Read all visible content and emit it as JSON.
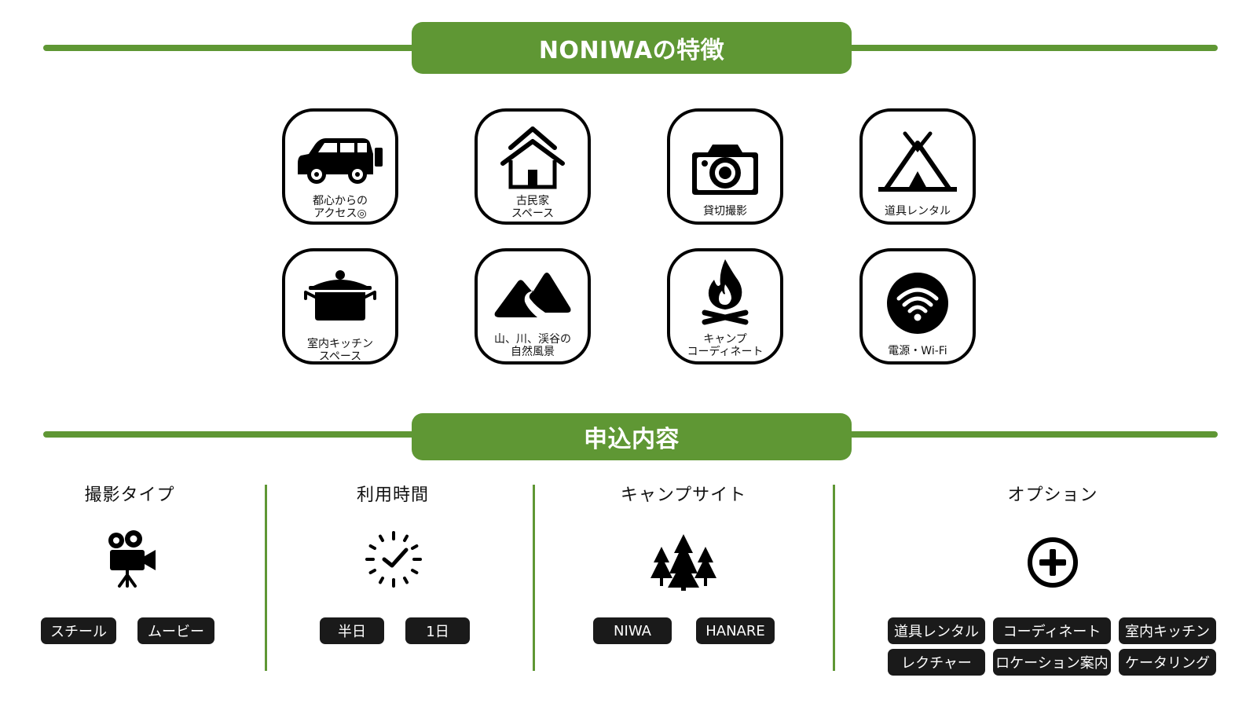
{
  "features": {
    "title": "NONIWAの特徴",
    "items": [
      {
        "label": "都心からの\nアクセス◎",
        "icon": "car-icon"
      },
      {
        "label": "古民家\nスペース",
        "icon": "house-icon"
      },
      {
        "label": "貸切撮影",
        "icon": "camera-icon"
      },
      {
        "label": "道具レンタル",
        "icon": "tent-icon"
      },
      {
        "label": "室内キッチン\nスペース",
        "icon": "pot-icon"
      },
      {
        "label": "山、川、渓谷の\n自然風景",
        "icon": "mountain-icon"
      },
      {
        "label": "キャンプ\nコーディネート",
        "icon": "campfire-icon"
      },
      {
        "label": "電源・Wi-Fi",
        "icon": "wifi-icon"
      }
    ]
  },
  "application": {
    "title": "申込内容",
    "columns": [
      {
        "title": "撮影タイプ",
        "icon": "film-camera-icon",
        "options": [
          "スチール",
          "ムービー"
        ]
      },
      {
        "title": "利用時間",
        "icon": "clock-icon",
        "options": [
          "半日",
          "1日"
        ]
      },
      {
        "title": "キャンプサイト",
        "icon": "trees-icon",
        "options": [
          "NIWA",
          "HANARE"
        ]
      },
      {
        "title": "オプション",
        "icon": "plus-circle-icon",
        "options": [
          "道具レンタル",
          "コーディネート",
          "室内キッチン",
          "レクチャー",
          "ロケーション案内",
          "ケータリング"
        ]
      }
    ]
  },
  "colors": {
    "accent": "#5f9734",
    "tag_bg": "#1a1a1a"
  }
}
